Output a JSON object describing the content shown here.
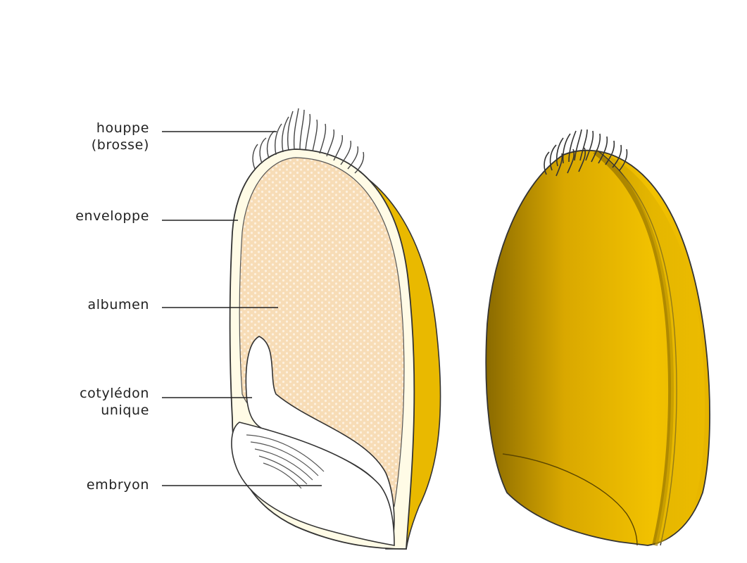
{
  "labels": {
    "houppe": {
      "line1": "houppe",
      "line2": "(brosse)"
    },
    "enveloppe": "enveloppe",
    "albumen": "albumen",
    "cotyledon": {
      "line1": "cotylédon",
      "line2": "unique"
    },
    "embryon": "embryon"
  },
  "colors": {
    "husk_yellow": "#e8b800",
    "husk_dark": "#8a6a00",
    "albumen_fill": "#f6d8b0",
    "envelope_fill": "#fffbe6",
    "embryo_fill": "#ffffff",
    "outline": "#333333"
  }
}
